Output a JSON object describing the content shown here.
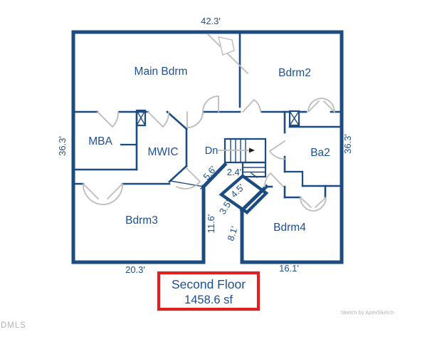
{
  "plan": {
    "rooms": {
      "main_bdrm": "Main Bdrm",
      "bdrm2": "Bdrm2",
      "mba": "MBA",
      "mwic": "MWIC",
      "ba2": "Ba2",
      "bdrm3": "Bdrm3",
      "bdrm4": "Bdrm4"
    },
    "stair_label": "Dn",
    "dims": {
      "top": "42.3'",
      "left": "36.3'",
      "right": "36.3'",
      "bottom_left": "20.3'",
      "bottom_right": "16.1'",
      "stair_diag": "5.6'",
      "stair_width": "2.4'",
      "stair_run": "4.5'",
      "stair_lower": "3.5'",
      "notch_left": "11.6'",
      "notch_right": "8.1'"
    }
  },
  "title_box": {
    "floor": "Second Floor",
    "area": "1458.6 sf"
  },
  "footer": {
    "credit": "Sketch by ApexSketch",
    "watermark": "DMLS"
  },
  "colors": {
    "wall": "#1c4b82",
    "text": "#1d4f93",
    "door_gray": "#bcbcbc",
    "title_border": "#dd2020",
    "footer_gray": "#b3b3b3",
    "background": "#ffffff"
  }
}
